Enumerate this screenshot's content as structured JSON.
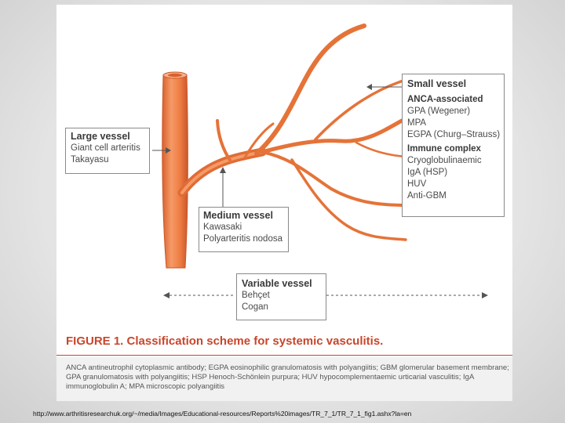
{
  "boxes": {
    "large": {
      "title": "Large vessel",
      "items": [
        "Giant cell arteritis",
        "Takayasu"
      ]
    },
    "medium": {
      "title": "Medium vessel",
      "items": [
        "Kawasaki",
        "Polyarteritis nodosa"
      ]
    },
    "small": {
      "title": "Small vessel",
      "groups": [
        {
          "heading": "ANCA-associated",
          "items": [
            "GPA (Wegener)",
            "MPA",
            "EGPA (Churg–Strauss)"
          ]
        },
        {
          "heading": "Immune complex",
          "items": [
            "Cryoglobulinaemic",
            "IgA (HSP)",
            "HUV",
            "Anti-GBM"
          ]
        }
      ]
    },
    "variable": {
      "title": "Variable vessel",
      "items": [
        "Behçet",
        "Cogan"
      ]
    }
  },
  "figure": {
    "label": "FIGURE 1.",
    "title": "Classification scheme for systemic vasculitis.",
    "caption": "ANCA antineutrophil cytoplasmic antibody; EGPA eosinophilic granulomatosis with polyangiitis; GBM glomerular basement membrane; GPA granulomatosis with polyangiitis; HSP Henoch-Schönlein purpura; HUV hypocomplementaemic urticarial vasculitis; IgA immunoglobulin A; MPA microscopic polyangiitis"
  },
  "source_url": "http://www.arthritisresearchuk.org/~/media/Images/Educational-resources/Reports%20images/TR_7_1/TR_7_1_fig1.ashx?la=en",
  "colors": {
    "vessel": "#ef7f45",
    "vessel_dark": "#c9572a",
    "vessel_light": "#f7a070",
    "title_accent": "#c8462b",
    "border": "#8a8a8a"
  }
}
